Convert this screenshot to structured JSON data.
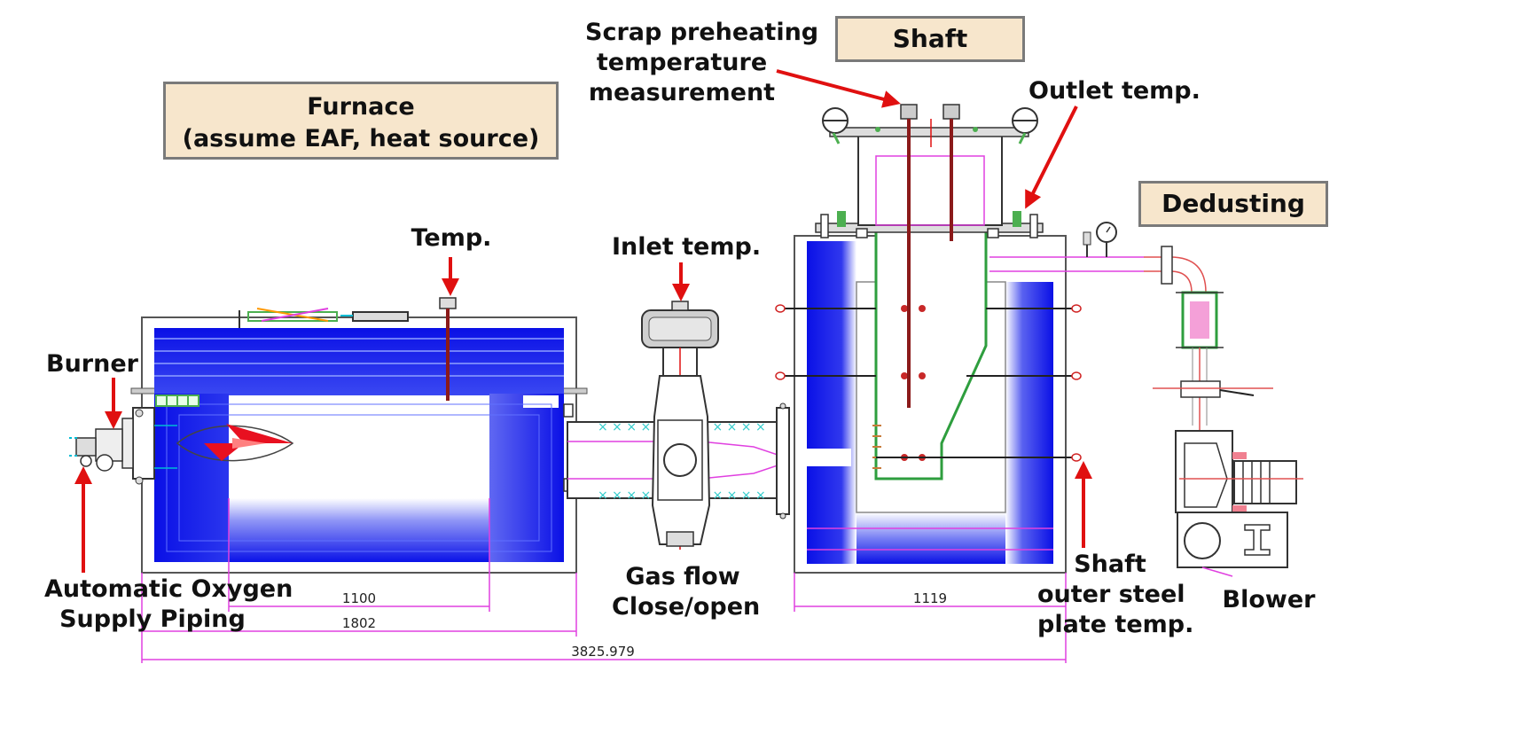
{
  "boxes": {
    "furnace": {
      "line1": "Furnace",
      "line2": "(assume EAF, heat source)"
    },
    "shaft": "Shaft",
    "dedusting": "Dedusting"
  },
  "labels": {
    "scrap_preheating": [
      "Scrap preheating",
      "temperature",
      "measurement"
    ],
    "outlet_temp": "Outlet temp.",
    "temp": "Temp.",
    "inlet_temp": "Inlet temp.",
    "burner": "Burner",
    "oxygen_supply": [
      "Automatic Oxygen",
      "Supply Piping"
    ],
    "gas_flow": [
      "Gas flow",
      "Close/open"
    ],
    "shaft_plate_temp": [
      "Shaft",
      "outer steel",
      "plate temp."
    ],
    "blower": "Blower"
  },
  "dimensions": {
    "d1100": "1100",
    "d1802": "1802",
    "d1119": "1119",
    "d3825": "3825.979"
  },
  "colors": {
    "refractory_blue": "#1010ee",
    "arrow_red": "#e01010",
    "dimension_magenta": "#e040e0",
    "label_box": "#f7e6cc",
    "flame_red": "#e81020"
  }
}
